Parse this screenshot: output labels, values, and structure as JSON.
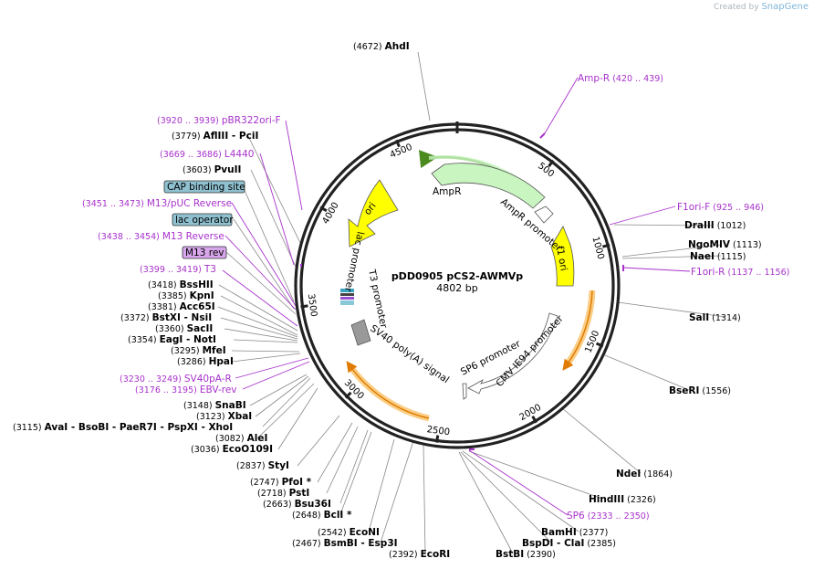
{
  "credit": {
    "created_by": "Created by",
    "brand": "SnapGene"
  },
  "plasmid": {
    "name": "pDD0905 pCS2-AWMVp",
    "length_label": "4802 bp",
    "length": 4802
  },
  "colors": {
    "backbone": "#222222",
    "primer": "#a832cc",
    "ampr": "#c8f5c0",
    "ampr_arrow": "#4a8a1e",
    "ori": "#ffff00",
    "cmv_bar": "#f5a623",
    "feature_box": "#8fc1d0",
    "m13_box": "#d7a6ea"
  },
  "sites": [
    {
      "name": "AhdI",
      "pos": 4672
    },
    {
      "name": "DraIII",
      "pos": 1012
    },
    {
      "name": "NgoMIV",
      "pos": 1113
    },
    {
      "name": "NaeI",
      "pos": 1115
    },
    {
      "name": "SalI",
      "pos": 1314
    },
    {
      "name": "BseRI",
      "pos": 1556
    },
    {
      "name": "NdeI",
      "pos": 1864
    },
    {
      "name": "HindIII",
      "pos": 2326
    },
    {
      "name": "BamHI",
      "pos": 2377
    },
    {
      "name": "BspDI - ClaI",
      "pos": 2385
    },
    {
      "name": "BstBI",
      "pos": 2390
    },
    {
      "name": "EcoRI",
      "pos": 2392
    },
    {
      "name": "BsmBI - Esp3I",
      "pos": 2467
    },
    {
      "name": "EcoNI",
      "pos": 2542
    },
    {
      "name": "BclI *",
      "pos": 2648
    },
    {
      "name": "Bsu36I",
      "pos": 2663
    },
    {
      "name": "PstI",
      "pos": 2718
    },
    {
      "name": "PfoI *",
      "pos": 2747
    },
    {
      "name": "StyI",
      "pos": 2837
    },
    {
      "name": "EcoO109I",
      "pos": 3036
    },
    {
      "name": "AleI",
      "pos": 3082
    },
    {
      "name": "AvaI - BsoBI - PaeR7I - PspXI - XhoI",
      "pos": 3115
    },
    {
      "name": "XbaI",
      "pos": 3123
    },
    {
      "name": "SnaBI",
      "pos": 3148
    },
    {
      "name": "HpaI",
      "pos": 3286
    },
    {
      "name": "MfeI",
      "pos": 3295
    },
    {
      "name": "EagI - NotI",
      "pos": 3354
    },
    {
      "name": "SacII",
      "pos": 3360
    },
    {
      "name": "BstXI - NsiI",
      "pos": 3372
    },
    {
      "name": "Acc65I",
      "pos": 3381
    },
    {
      "name": "KpnI",
      "pos": 3385
    },
    {
      "name": "BssHII",
      "pos": 3418
    },
    {
      "name": "PvuII",
      "pos": 3603
    },
    {
      "name": "AflIII - PciI",
      "pos": 3779
    }
  ],
  "primers": [
    {
      "name": "Amp-R",
      "range": "(420 .. 439)",
      "pos": 430
    },
    {
      "name": "F1ori-F",
      "range": "(925 .. 946)",
      "pos": 935
    },
    {
      "name": "F1ori-R",
      "range": "(1137 .. 1156)",
      "pos": 1146
    },
    {
      "name": "SP6",
      "range": "(2333 .. 2350)",
      "pos": 2341
    },
    {
      "name": "EBV-rev",
      "range": "(3176 .. 3195)",
      "pos": 3185
    },
    {
      "name": "SV40pA-R",
      "range": "(3230 .. 3249)",
      "pos": 3240
    },
    {
      "name": "T3",
      "range": "(3399 .. 3419)",
      "pos": 3409
    },
    {
      "name": "M13 Reverse",
      "range": "(3438 .. 3454)",
      "pos": 3446
    },
    {
      "name": "M13/pUC Reverse",
      "range": "(3451 .. 3473)",
      "pos": 3462
    },
    {
      "name": "L4440",
      "range": "(3669 .. 3686)",
      "pos": 3677
    },
    {
      "name": "pBR322ori-F",
      "range": "(3920 .. 3939)",
      "pos": 3929
    }
  ],
  "boxed_features": [
    {
      "name": "CAP binding site",
      "style": "blue"
    },
    {
      "name": "lac operator",
      "style": "blue"
    },
    {
      "name": "M13 rev",
      "style": "purple"
    }
  ],
  "features": [
    {
      "name": "AmpR",
      "start": 4390,
      "end": 530
    },
    {
      "name": "AmpR promoter",
      "start": 530,
      "end": 640
    },
    {
      "name": "ori",
      "start": 3990,
      "end": 4250
    },
    {
      "name": "f1 ori",
      "start": 780,
      "end": 1100
    },
    {
      "name": "CMV IE94 promoter",
      "start": 1280,
      "end": 2020
    },
    {
      "name": "SP6 promoter",
      "start": 2330,
      "end": 2350
    },
    {
      "name": "SV40 poly(A) signal",
      "start": 2660,
      "end": 3220
    },
    {
      "name": "T3 promoter",
      "start": 3390,
      "end": 3420
    },
    {
      "name": "lac promoter",
      "start": 3490,
      "end": 3560
    }
  ],
  "feature_labels": {
    "ampr": "AmpR",
    "ampr_promoter": "AmpR promoter",
    "ori": "ori",
    "f1_ori": "f1 ori",
    "cmv": "CMV IE94 promoter",
    "sp6": "SP6 promoter",
    "sv40": "SV40 poly(A) signal",
    "t3": "T3 promoter",
    "lac": "lac promoter"
  },
  "ticks": [
    "500",
    "1000",
    "1500",
    "2000",
    "2500",
    "3000",
    "3500",
    "4000",
    "4500"
  ]
}
